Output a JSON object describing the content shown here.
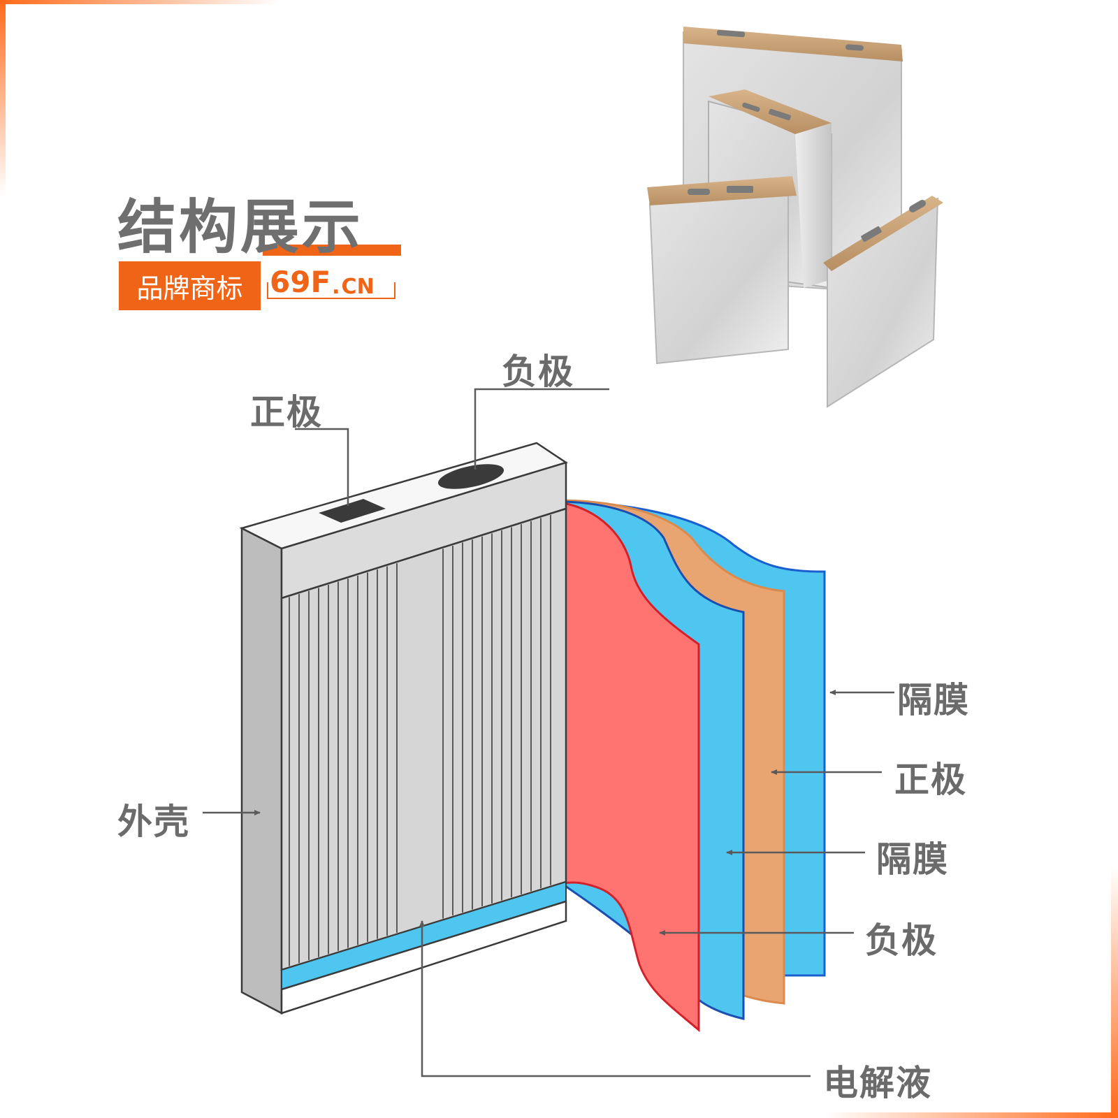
{
  "title": "结构展示",
  "brand": {
    "tag": "品牌商标",
    "logo_main": "69F",
    "logo_dot": ".",
    "logo_suffix": "CN"
  },
  "labels": {
    "positive_top": "正极",
    "negative_top": "负极",
    "shell": "外壳",
    "separator_outer": "隔膜",
    "positive_layer": "正极",
    "separator_inner": "隔膜",
    "negative_layer": "负极",
    "electrolyte": "电解液"
  },
  "colors": {
    "accent": "#f06418",
    "negative_layer": "#ff7470",
    "separator_layer": "#4fc6ef",
    "positive_layer": "#e8a571",
    "shell": "#bdbdbd",
    "label_text": "#6b6b6b"
  }
}
